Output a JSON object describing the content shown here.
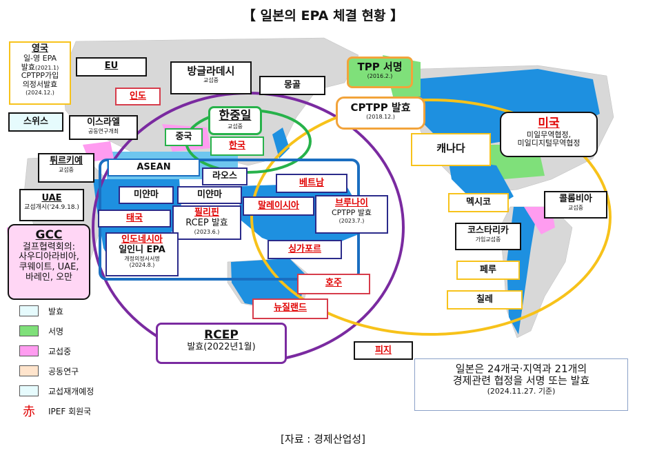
{
  "title": "【 일본의 EPA 체결 현황 】",
  "source": "[자료 : 경제산업성]",
  "colors": {
    "signed_effective": "#e6fbfd",
    "signed": "#7fe07a",
    "negotiating": "#ff9cf0",
    "joint_research": "#ffe4cc",
    "resume": "#e6fbfd",
    "circle_purple": "#7a2aa0",
    "circle_yellow": "#f7c21a",
    "circle_green": "#27b24a",
    "rect_blue": "#1a6ec0"
  },
  "boxes": {
    "uk": {
      "name": "영국",
      "l1": "일-영 EPA",
      "l2": "발효",
      "l2s": "(2021.1)",
      "l3": "CPTPP가입",
      "l4": "의정서발효",
      "l5": "(2024.12.)"
    },
    "eu": {
      "name": "EU"
    },
    "india": {
      "name": "인도"
    },
    "bangladesh": {
      "name": "방글라데시",
      "sub": "교섭중"
    },
    "mongolia": {
      "name": "몽골"
    },
    "switzerland": {
      "name": "스위스"
    },
    "israel": {
      "name": "이스라엘",
      "sub": "공동연구개최"
    },
    "turkey": {
      "name": "튀르키예",
      "sub": "교섭중"
    },
    "uae": {
      "name": "UAE",
      "sub": "교섭개시('24.9.18.)"
    },
    "gcc": {
      "name": "GCC",
      "l1": "걸프협력회의:",
      "l2": "사우디아라비아,",
      "l3": "쿠웨이트, UAE,",
      "l4": "바레인, 오만"
    },
    "tpp": {
      "name": "TPP 서명",
      "sub": "(2016.2.)"
    },
    "cptpp": {
      "name": "CPTPP 발효",
      "sub": "(2018.12.)"
    },
    "usa": {
      "name": "미국",
      "l1": "미일무역협정,",
      "l2": "미일디지털무역협정"
    },
    "canada": {
      "name": "캐나다"
    },
    "mexico": {
      "name": "멕시코"
    },
    "colombia": {
      "name": "콜롬비아",
      "sub": "교섭중"
    },
    "costarica": {
      "name": "코스타리카",
      "sub": "가입교섭중"
    },
    "peru": {
      "name": "페루"
    },
    "chile": {
      "name": "칠레"
    },
    "cjk": {
      "name": "한중일",
      "sub": "교섭중"
    },
    "china": {
      "name": "중국"
    },
    "korea": {
      "name": "한국"
    },
    "asean": {
      "name": "ASEAN"
    },
    "laos": {
      "name": "라오스"
    },
    "myanmar1": {
      "name": "미얀마"
    },
    "myanmar2": {
      "name": "미얀마"
    },
    "thailand": {
      "name": "태국"
    },
    "philippines": {
      "name": "필리핀",
      "l1": "RCEP 발효",
      "l2": "(2023.6.)"
    },
    "indonesia": {
      "name": "인도네시아",
      "l1": "일인니 EPA",
      "l2": "개정의정서서명",
      "l3": "(2024.8.)"
    },
    "vietnam": {
      "name": "베트남"
    },
    "malaysia": {
      "name": "말레이시아"
    },
    "brunei": {
      "name": "브루나이",
      "l1": "CPTPP 발효",
      "l2": "(2023.7.)"
    },
    "singapore": {
      "name": "싱가포르"
    },
    "australia": {
      "name": "호주"
    },
    "newzealand": {
      "name": "뉴질랜드"
    },
    "rcep": {
      "name": "RCEP",
      "sub": "발효(2022년1월)"
    },
    "fiji": {
      "name": "피지"
    }
  },
  "summary": {
    "l1": "일본은 24개국·지역과 21개의",
    "l2": "경제관련 협정을 서명 또는 발효",
    "l3": "(2024.11.27. 기준)"
  },
  "legend": [
    {
      "label": "발효",
      "color": "#e6fbfd"
    },
    {
      "label": "서명",
      "color": "#7fe07a"
    },
    {
      "label": "교섭중",
      "color": "#ff9cf0"
    },
    {
      "label": "공동연구",
      "color": "#ffe4cc"
    },
    {
      "label": "교섭재개예정",
      "color": "#e6fbfd"
    },
    {
      "label": "IPEF 회원국",
      "symbol": "赤"
    }
  ]
}
